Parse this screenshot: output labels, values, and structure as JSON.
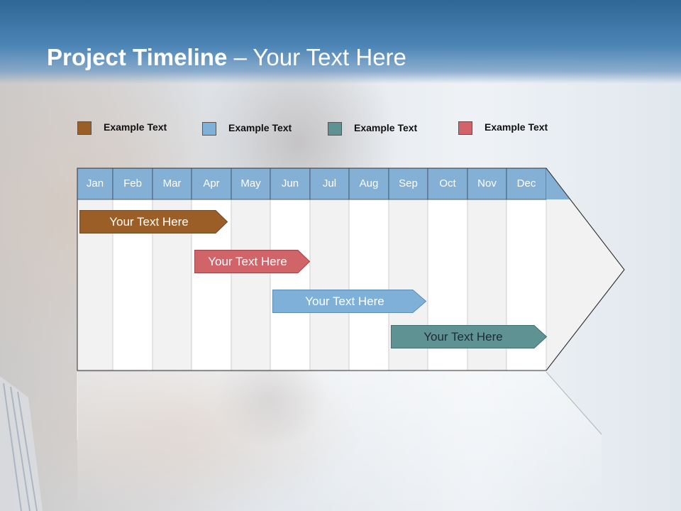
{
  "slide": {
    "title_bold": "Project Timeline",
    "title_rest": " – Your Text Here"
  },
  "legend": [
    {
      "label": "Example Text",
      "color": "#9b5e27"
    },
    {
      "label": "Example Text",
      "color": "#7fb0d8"
    },
    {
      "label": "Example Text",
      "color": "#5f9293"
    },
    {
      "label": "Example Text",
      "color": "#d06468"
    }
  ],
  "timeline": {
    "months": [
      "Jan",
      "Feb",
      "Mar",
      "Apr",
      "May",
      "Jun",
      "Jul",
      "Aug",
      "Sep",
      "Oct",
      "Nov",
      "Dec"
    ],
    "header_color": "#84b0d6",
    "tasks": [
      {
        "label": "Your  Text Here",
        "color": "#9b5e27"
      },
      {
        "label": "Your  Text Here",
        "color": "#d06468"
      },
      {
        "label": "Your  Text Here",
        "color": "#7fb0d8"
      },
      {
        "label": "Your  Text Here",
        "color": "#5f9293"
      }
    ]
  }
}
